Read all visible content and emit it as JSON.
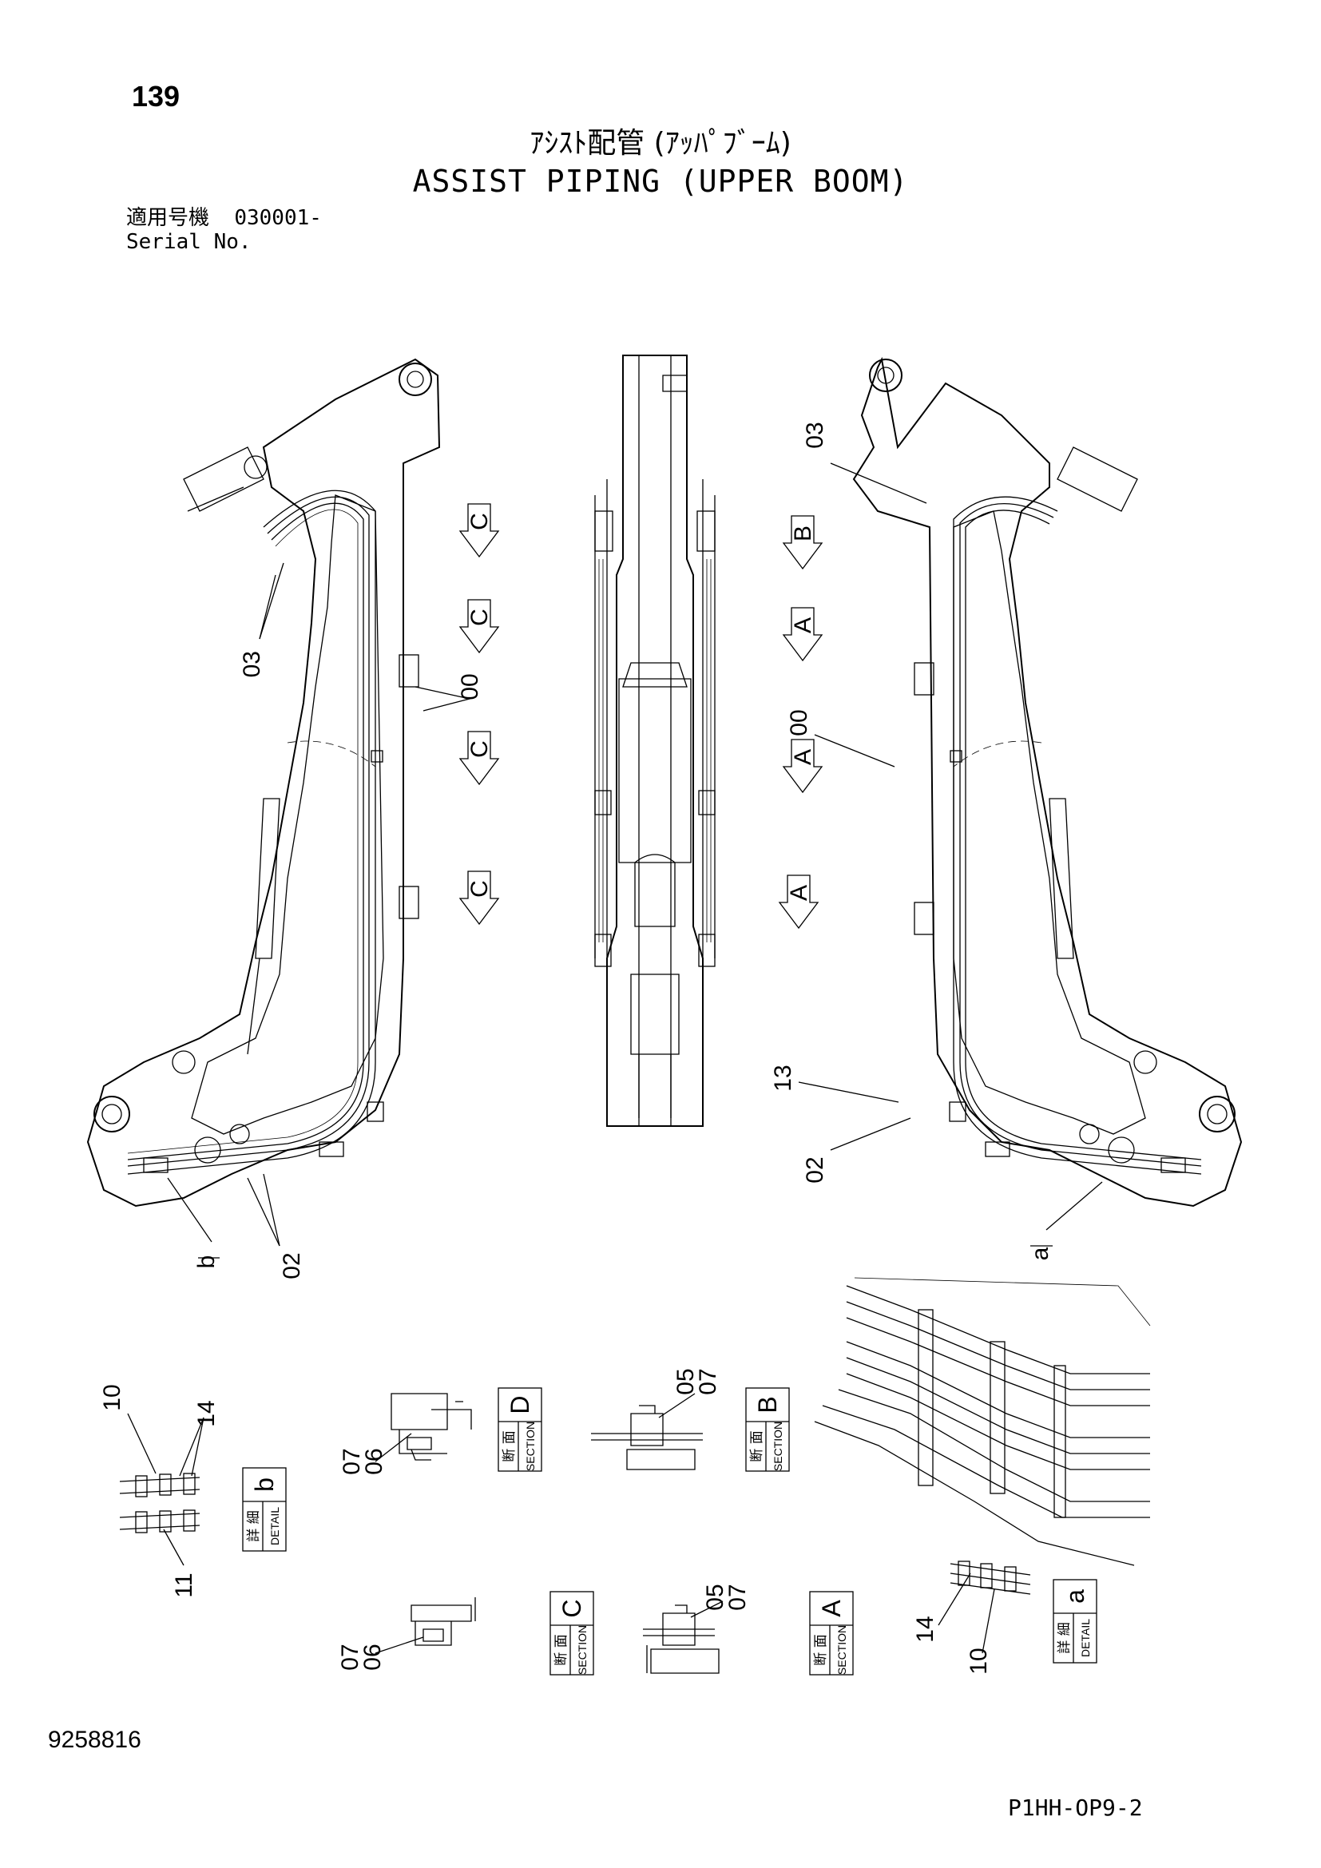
{
  "header": {
    "page_number": "139",
    "title_jp": "ｱｼｽﾄ配管 (ｱｯﾊﾟﾌﾞｰﾑ)",
    "title_en": "ASSIST PIPING (UPPER BOOM)",
    "serial_label_jp": "適用号機",
    "serial_range": "030001-",
    "serial_label_en": "Serial No."
  },
  "footer": {
    "document_number": "9258816",
    "sheet_code": "P1HH-OP9-2"
  },
  "view_arrows": {
    "left": [
      "C",
      "C",
      "C",
      "C"
    ],
    "right": [
      "B",
      "A",
      "A",
      "A"
    ]
  },
  "callouts": {
    "left_03": "03",
    "left_00": "00",
    "left_02": "02",
    "left_b": "b",
    "right_03": "03",
    "right_00": "00",
    "right_13": "13",
    "right_02": "02",
    "right_a": "a",
    "detail_b_10": "10",
    "detail_b_14": "14",
    "detail_b_11": "11",
    "sec_d_07": "07",
    "sec_d_06": "06",
    "sec_b_05": "05",
    "sec_b_07": "07",
    "sec_c_07": "07",
    "sec_c_06": "06",
    "sec_a_05": "05",
    "sec_a_07": "07",
    "detail_a_14": "14",
    "detail_a_10": "10"
  },
  "view_boxes": [
    {
      "kind_jp": "詳 細",
      "kind_en": "DETAIL",
      "letter": "b"
    },
    {
      "kind_jp": "断 面",
      "kind_en": "SECTION",
      "letter": "D"
    },
    {
      "kind_jp": "断 面",
      "kind_en": "SECTION",
      "letter": "B"
    },
    {
      "kind_jp": "断 面",
      "kind_en": "SECTION",
      "letter": "C"
    },
    {
      "kind_jp": "断 面",
      "kind_en": "SECTION",
      "letter": "A"
    },
    {
      "kind_jp": "詳 細",
      "kind_en": "DETAIL",
      "letter": "a"
    }
  ]
}
